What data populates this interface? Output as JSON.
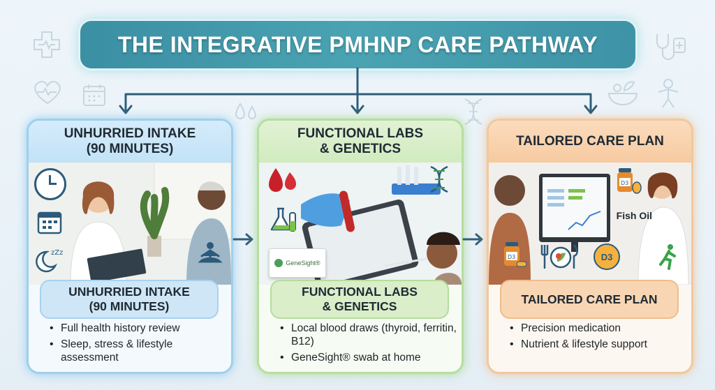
{
  "title": "THE INTEGRATIVE PMHNP CARE PATHWAY",
  "steps": [
    {
      "heading": "UNHURRIED INTAKE (90 MINUTES)",
      "heading_l1": "UNHURRIED INTAKE",
      "heading_l2": "(90 MINUTES)",
      "bullets": [
        "Full health history review",
        "Sleep, stress & lifestyle assessment"
      ]
    },
    {
      "heading": "FUNCTIONAL LABS & GENETICS",
      "heading_l1": "FUNCTIONAL LABS",
      "heading_l2": "& GENETICS",
      "brand": "GeneSight®",
      "bullets": [
        "Local blood draws (thyroid, ferritin, B12)",
        "GeneSight® swab at home"
      ]
    },
    {
      "heading": "TAILORED CARE PLAN",
      "label_fish_oil": "Fish Oil",
      "label_d3": "D3",
      "bullets": [
        "Precision medication",
        "Nutrient & lifestyle support"
      ]
    }
  ],
  "colors": {
    "banner": "#3b8fa3",
    "intake": "#9fd0ec",
    "labs": "#b7de9f",
    "plan": "#f2c79e",
    "connector": "#2f5d79"
  }
}
